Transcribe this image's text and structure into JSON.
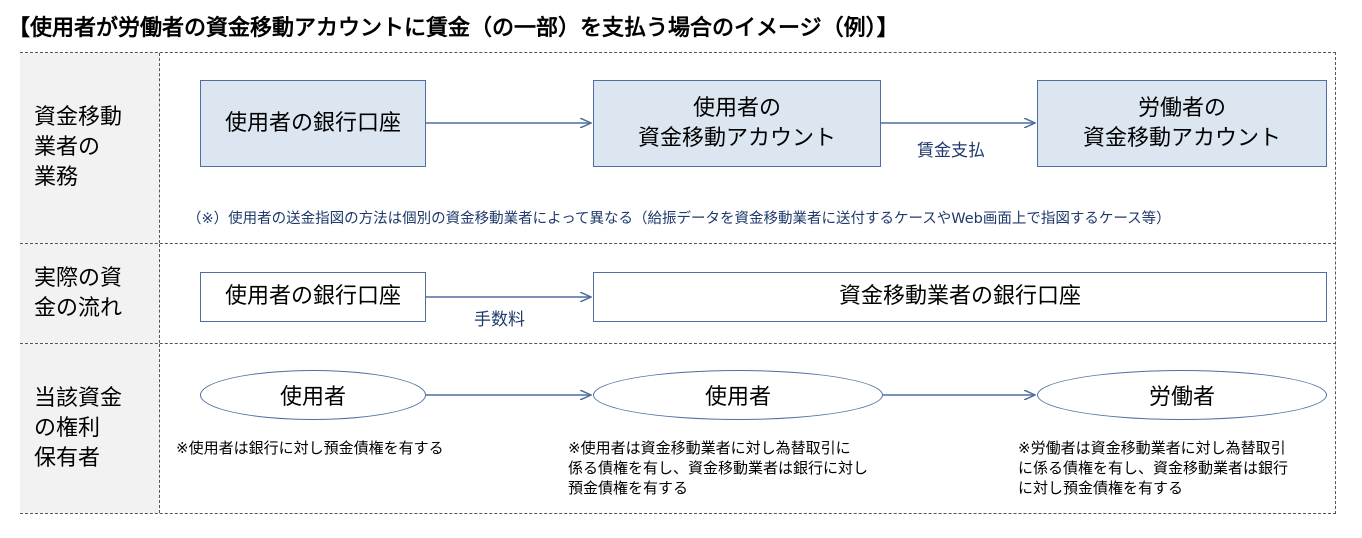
{
  "title": "【使用者が労働者の資金移動アカウントに賃金（の一部）を支払う場合のイメージ（例）】",
  "rows": {
    "r1": {
      "label": "資金移動\n業者の\n業務",
      "box1": "使用者の銀行口座",
      "box2": "使用者の\n資金移動アカウント",
      "box3": "労働者の\n資金移動アカウント",
      "arrow_label": "賃金支払",
      "note": "（※）使用者の送金指図の方法は個別の資金移動業者によって異なる（給振データを資金移動業者に送付するケースやWeb画面上で指図するケース等）"
    },
    "r2": {
      "label": "実際の資\n金の流れ",
      "box1": "使用者の銀行口座",
      "box2": "資金移動業者の銀行口座",
      "arrow_label": "手数料"
    },
    "r3": {
      "label": "当該資金\nの権利\n保有者",
      "ellipse1": "使用者",
      "ellipse2": "使用者",
      "ellipse3": "労働者",
      "note1": "※使用者は銀行に対し預金債権を有する",
      "note2": "※使用者は資金移動業者に対し為替取引に\n係る債権を有し、資金移動業者は銀行に対し\n預金債権を有する",
      "note3": "※労働者は資金移動業者に対し為替取引\nに係る債権を有し、資金移動業者は銀行\nに対し預金債権を有する"
    }
  },
  "colors": {
    "box_fill": "#dce6f1",
    "box_border": "#4f6f9f",
    "side_fill": "#f2f2f2",
    "label_text": "#1f3a6b"
  }
}
